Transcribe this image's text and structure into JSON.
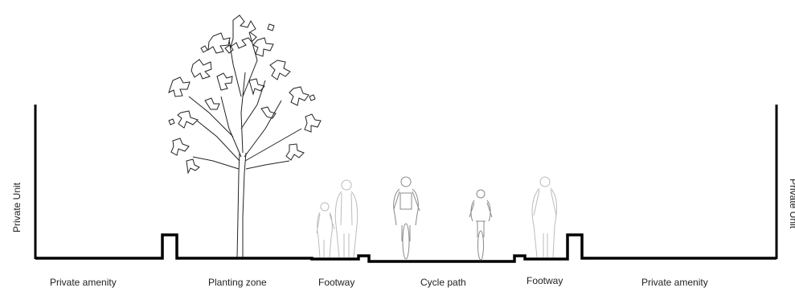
{
  "labels": {
    "private_amenity_left": "Private amenity",
    "planting_zone": "Planting zone",
    "footway_left": "Footway",
    "cycle_path": "Cycle path",
    "footway_right": "Footway",
    "private_amenity_right": "Private amenity",
    "private_unit_left": "Private Unit",
    "private_unit_right": "Private Unit"
  },
  "colors": {
    "ground_line": "#000000",
    "figure_outline": "#bbbbbb",
    "cyclist_outline": "#888888",
    "tree_outline": "#222222"
  }
}
